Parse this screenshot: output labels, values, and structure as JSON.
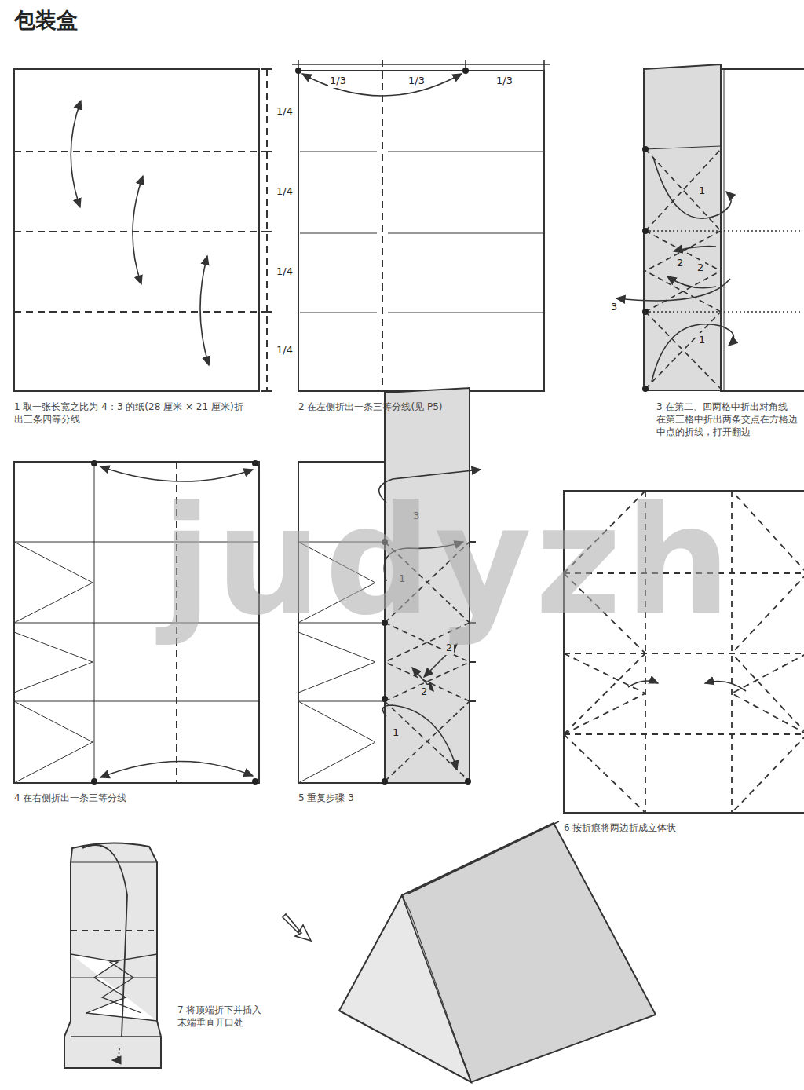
{
  "diagram": {
    "title": "包装盒",
    "labels": [
      "1/4",
      "1/4",
      "1/4",
      "1/4",
      "1/3",
      "1/3",
      "1/3",
      "1",
      "2",
      "2",
      "3",
      "1",
      "3",
      "1",
      "2",
      "2",
      "1",
      "1 取一张长宽之比为 4：3 的纸(28 厘米 × 21 厘米)折出三条四等分线",
      "2 在左侧折出一条三等分线(见 P5)",
      "3 在第二、四两格中折出对角线 在第三格中折出两条交点在方格边中点的折线，打开翻边",
      "4 在右侧折出一条三等分线",
      "5 重复步骤 3",
      "6 按折痕将两边折成立体状",
      "7 将顶端折下并插入末端垂直开口处",
      "judyzh"
    ]
  }
}
